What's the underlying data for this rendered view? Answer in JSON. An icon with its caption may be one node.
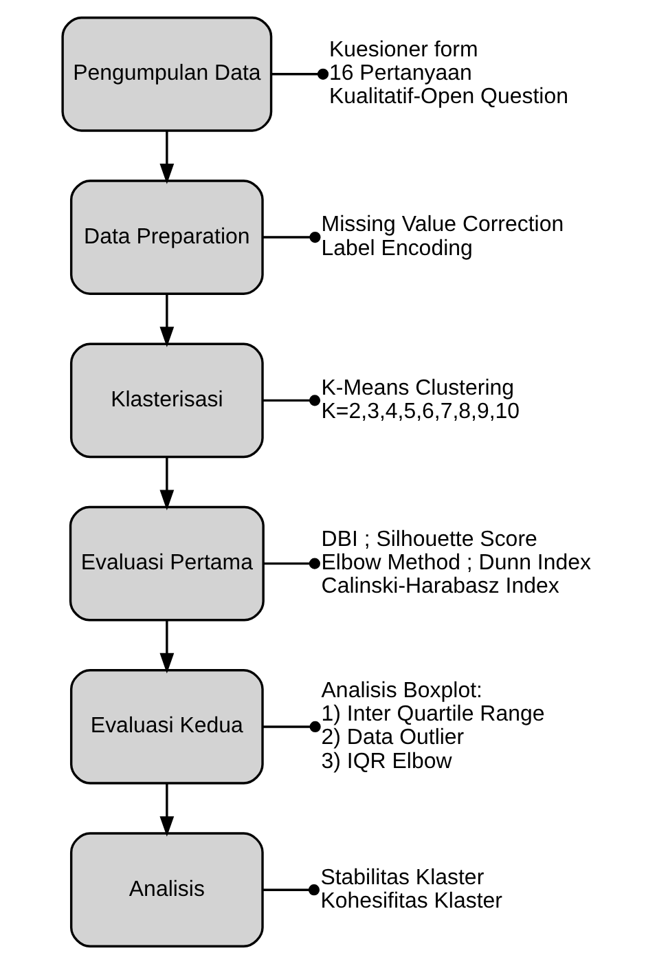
{
  "diagram": {
    "nodes": [
      {
        "text": [
          "Pengumpulan Data"
        ]
      },
      {
        "text": [
          "Data Preparation"
        ]
      },
      {
        "text": [
          "Klasterisasi"
        ]
      },
      {
        "text": [
          "Evaluasi Pertama"
        ]
      },
      {
        "text": [
          "Evaluasi Kedua"
        ]
      },
      {
        "text": [
          "Analisis"
        ]
      },
      {
        "text": [
          "Kuesioner form",
          "16 Pertanyaan",
          "Kualitatif-Open Question"
        ]
      },
      {
        "text": [
          "Missing Value Correction",
          "Label Encoding"
        ]
      },
      {
        "text": [
          "K-Means Clustering",
          "K=2,3,4,5,6,7,8,9,10"
        ]
      },
      {
        "text": [
          "DBI ; Silhouette Score",
          "Elbow Method ; Dunn Index",
          "Calinski-Harabasz Index"
        ]
      },
      {
        "text": [
          "Analisis Boxplot:",
          "1) Inter Quartile Range",
          "2) Data Outlier",
          "3) IQR Elbow"
        ]
      },
      {
        "text": [
          "Stabilitas Klaster",
          "Kohesifitas Klaster"
        ]
      }
    ],
    "edges": [
      {
        "from": 0,
        "to": 1,
        "arrow": "to"
      },
      {
        "from": 1,
        "to": 2,
        "arrow": "to"
      },
      {
        "from": 2,
        "to": 3,
        "arrow": "to"
      },
      {
        "from": 3,
        "to": 4,
        "arrow": "to"
      },
      {
        "from": 4,
        "to": 5,
        "arrow": "to"
      },
      {
        "from": 0,
        "to": 6,
        "arrow": "other"
      },
      {
        "from": 1,
        "to": 7,
        "arrow": "other"
      },
      {
        "from": 2,
        "to": 8,
        "arrow": "other"
      },
      {
        "from": 3,
        "to": 9,
        "arrow": "other"
      },
      {
        "from": 4,
        "to": 10,
        "arrow": "other"
      },
      {
        "from": 5,
        "to": 11,
        "arrow": "other"
      }
    ]
  }
}
